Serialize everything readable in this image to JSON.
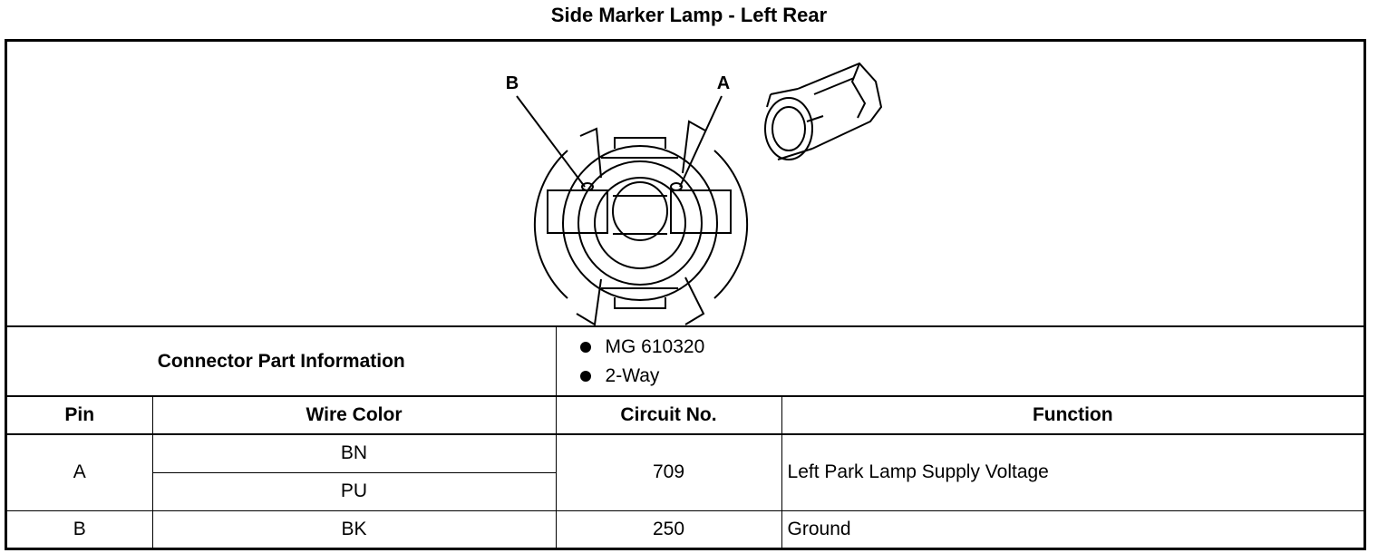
{
  "title": "Side Marker Lamp - Left Rear",
  "diagram": {
    "pin_labels": [
      "B",
      "A"
    ]
  },
  "connector_info": {
    "label": "Connector Part Information",
    "items": [
      "MG 610320",
      "2-Way"
    ]
  },
  "columns": [
    "Pin",
    "Wire Color",
    "Circuit No.",
    "Function"
  ],
  "rows": [
    {
      "pin": "A",
      "wire_colors": [
        "BN",
        "PU"
      ],
      "circuit": "709",
      "function": "Left Park Lamp Supply Voltage"
    },
    {
      "pin": "B",
      "wire_colors": [
        "BK"
      ],
      "circuit": "250",
      "function": "Ground"
    }
  ]
}
